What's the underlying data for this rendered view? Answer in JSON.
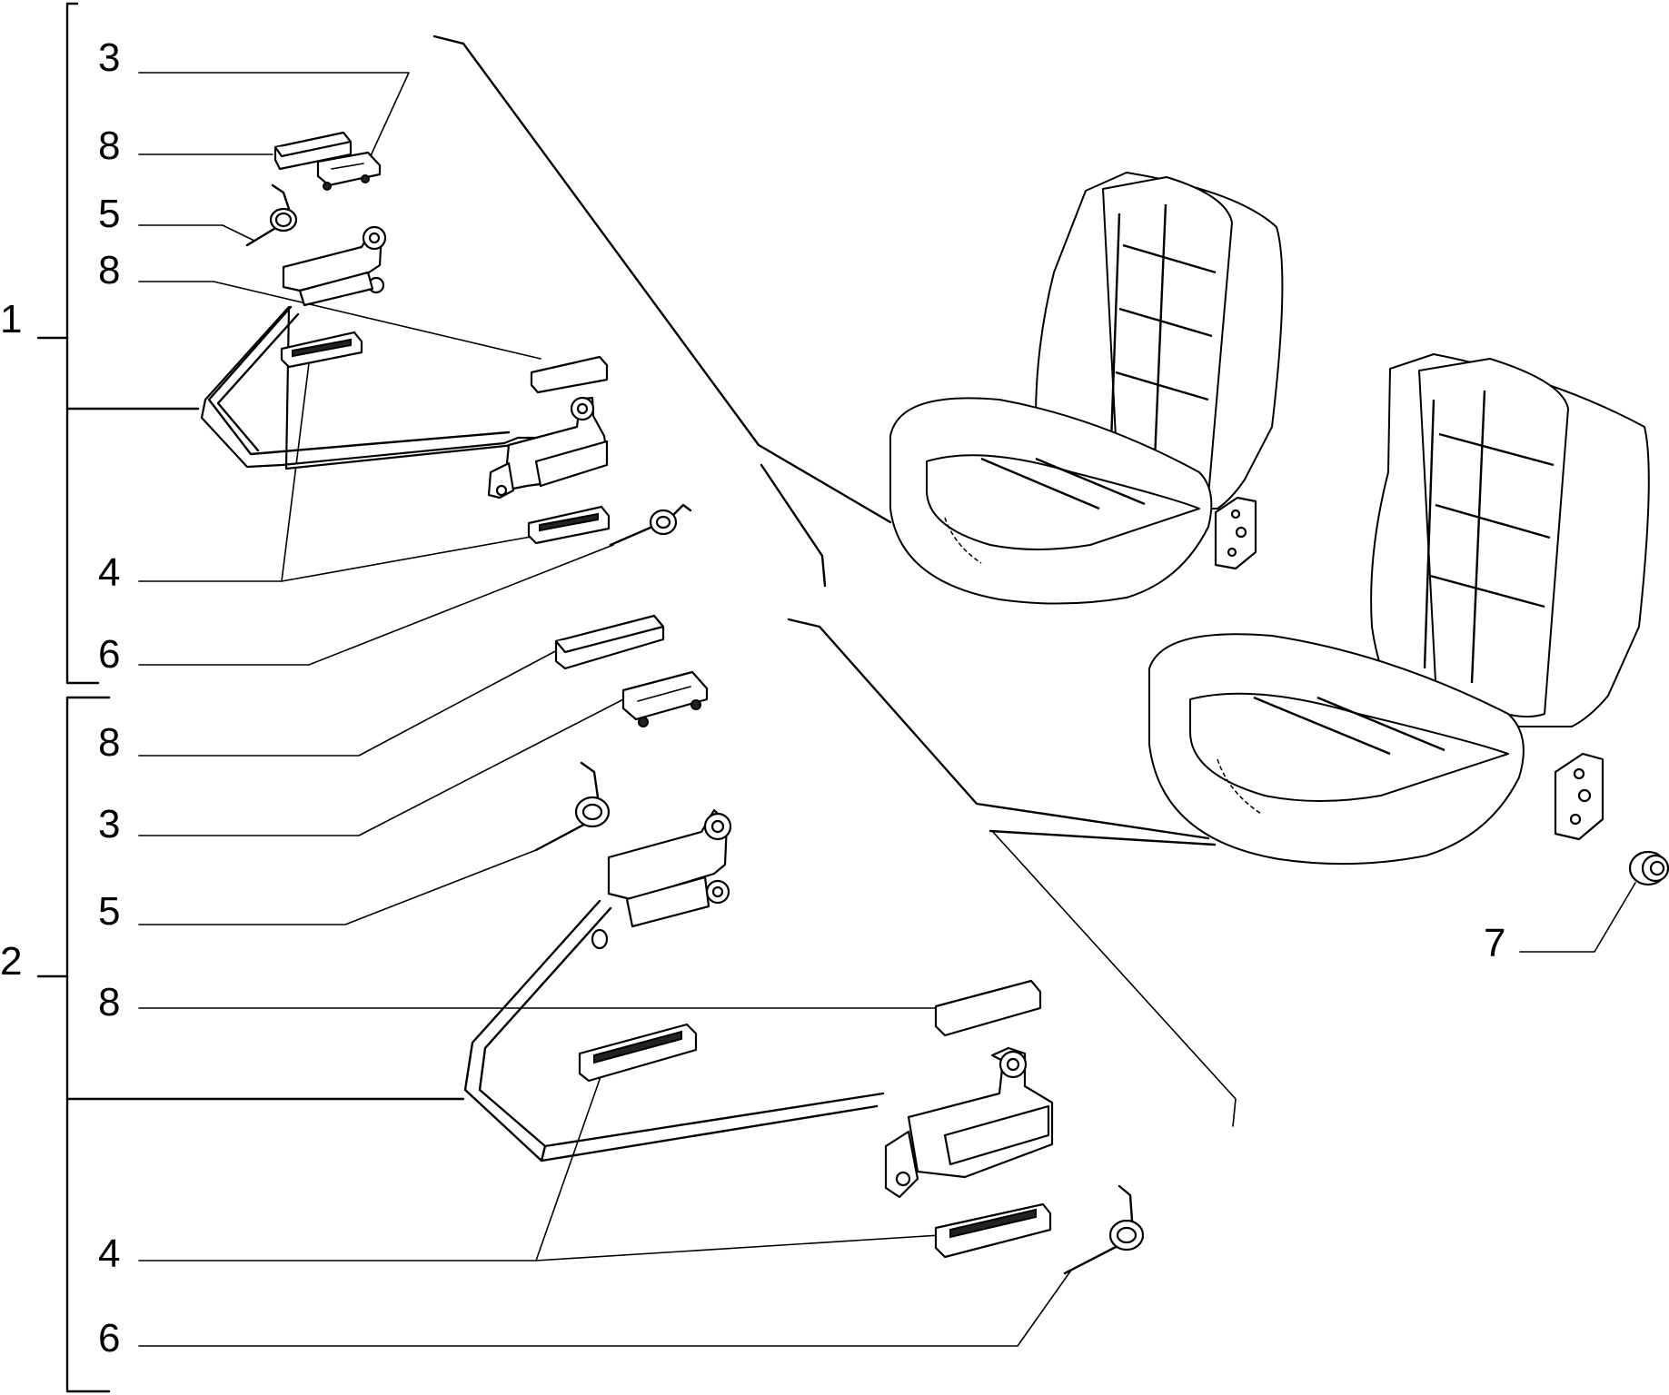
{
  "callouts": {
    "assembly_1": "1",
    "assembly_2": "2",
    "a1_top_3": "3",
    "a1_top_8": "8",
    "a1_5": "5",
    "a1_second_8": "8",
    "a1_4": "4",
    "a1_6": "6",
    "a2_8_top": "8",
    "a2_3": "3",
    "a2_5": "5",
    "a2_8_second": "8",
    "a2_4": "4",
    "a2_6": "6",
    "part_7": "7"
  },
  "colors": {
    "ink": "#000000",
    "paper": "#ffffff"
  },
  "icons": {
    "seat_upper": "vehicle-seat-icon",
    "seat_lower": "vehicle-seat-icon",
    "lever_upper": "seat-release-lever-icon",
    "lever_lower": "seat-release-lever-icon",
    "spring": "torsion-spring-icon",
    "pad": "rubber-pad-icon",
    "bushing": "bushing-icon"
  }
}
